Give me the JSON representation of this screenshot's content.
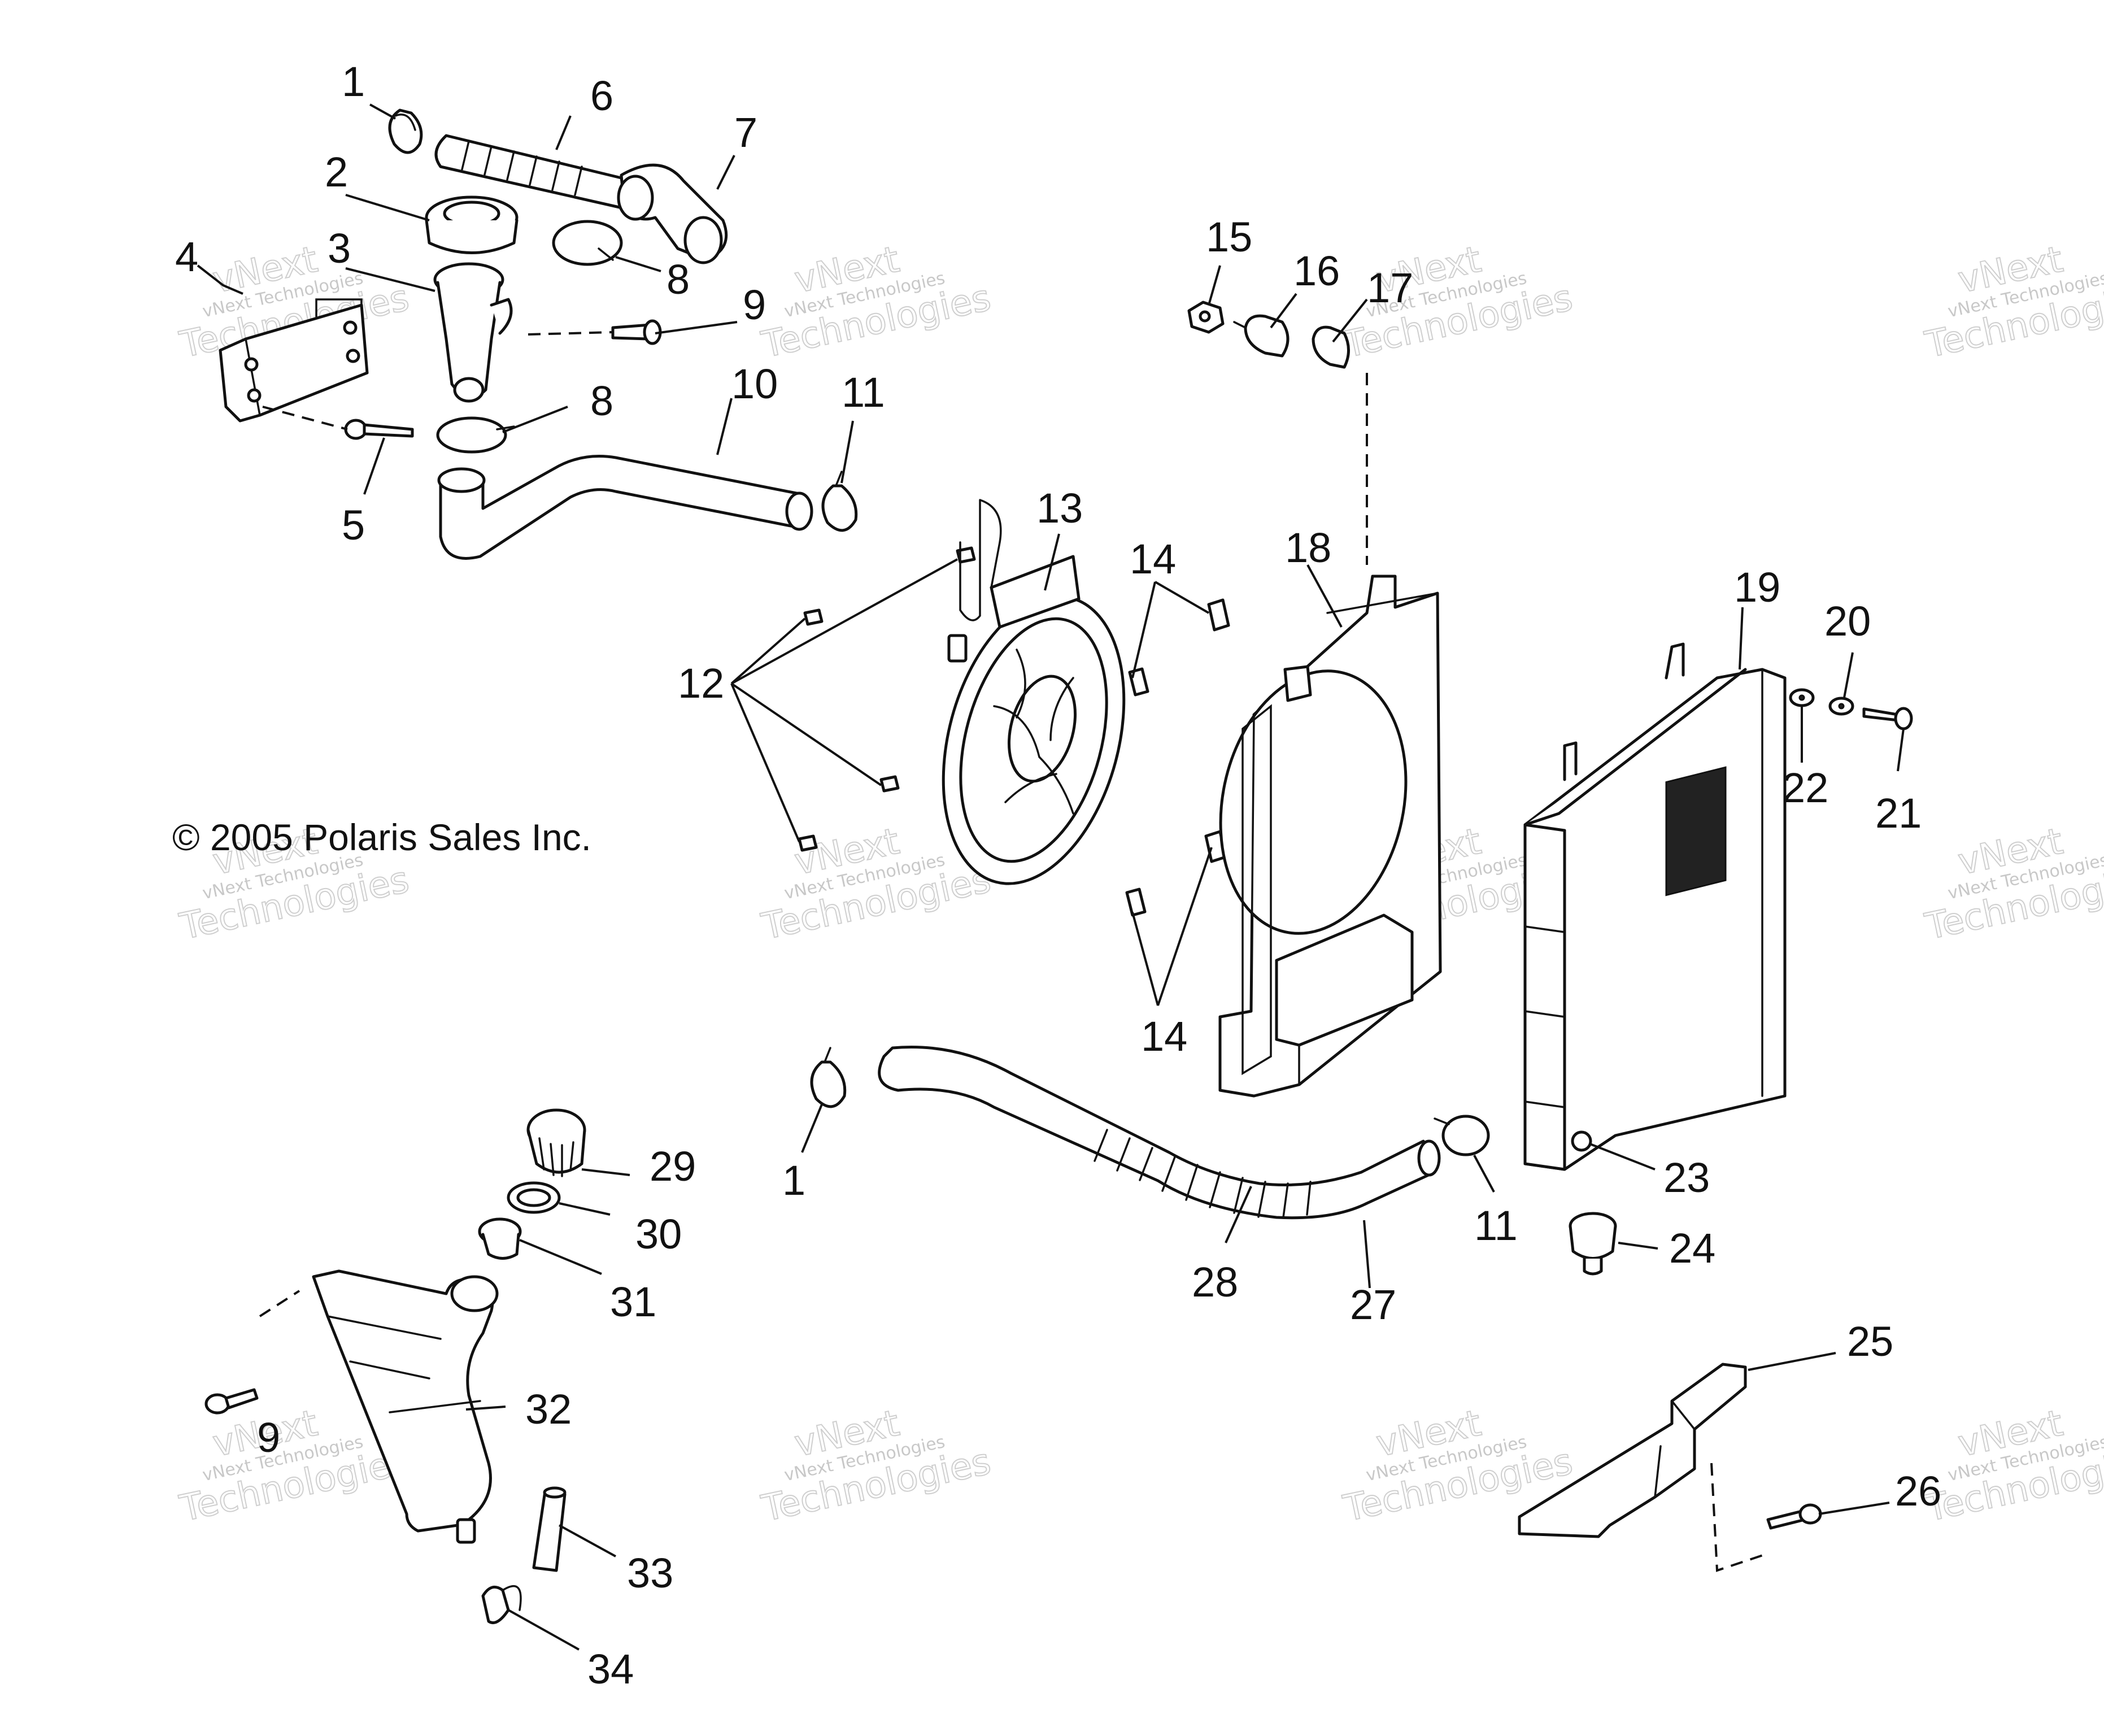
{
  "copyright": "© 2005 Polaris Sales Inc.",
  "watermark": {
    "line1": "vNext Technologies",
    "line2a": "vNext",
    "line2b": "Technologies"
  },
  "callouts": [
    "1",
    "2",
    "3",
    "4",
    "5",
    "6",
    "7",
    "8",
    "8",
    "9",
    "9",
    "10",
    "11",
    "11",
    "12",
    "13",
    "14",
    "14",
    "15",
    "16",
    "17",
    "18",
    "19",
    "20",
    "21",
    "22",
    "23",
    "24",
    "25",
    "26",
    "27",
    "28",
    "29",
    "30",
    "31",
    "32",
    "33",
    "34",
    "1"
  ],
  "colors": {
    "ink": "#111111",
    "watermark": "#9a9a9a",
    "background": "#ffffff"
  }
}
